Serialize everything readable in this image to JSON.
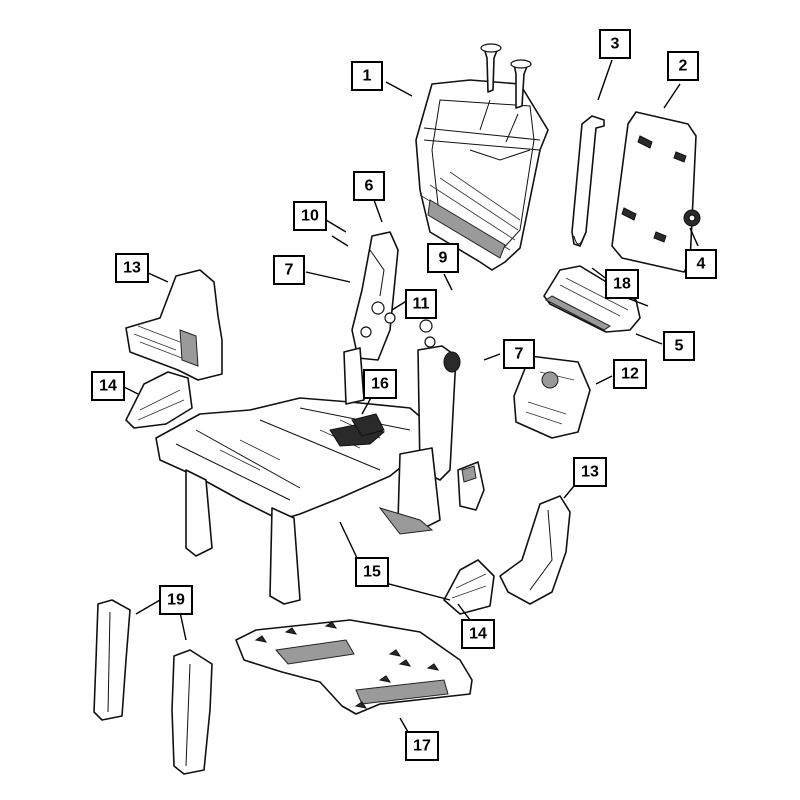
{
  "diagram": {
    "callouts": [
      {
        "id": "c1",
        "label": "1"
      },
      {
        "id": "c2",
        "label": "2"
      },
      {
        "id": "c3",
        "label": "3"
      },
      {
        "id": "c4",
        "label": "4"
      },
      {
        "id": "c5",
        "label": "5"
      },
      {
        "id": "c6",
        "label": "6"
      },
      {
        "id": "c7a",
        "label": "7"
      },
      {
        "id": "c7b",
        "label": "7"
      },
      {
        "id": "c9",
        "label": "9"
      },
      {
        "id": "c10",
        "label": "10"
      },
      {
        "id": "c11",
        "label": "11"
      },
      {
        "id": "c12",
        "label": "12"
      },
      {
        "id": "c13a",
        "label": "13"
      },
      {
        "id": "c13b",
        "label": "13"
      },
      {
        "id": "c14a",
        "label": "14"
      },
      {
        "id": "c14b",
        "label": "14"
      },
      {
        "id": "c15",
        "label": "15"
      },
      {
        "id": "c16",
        "label": "16"
      },
      {
        "id": "c17",
        "label": "17"
      },
      {
        "id": "c18",
        "label": "18"
      },
      {
        "id": "c19",
        "label": "19"
      }
    ],
    "colors": {
      "line": "#111111",
      "background": "#ffffff",
      "fill_dark": "#2a2a2a"
    }
  }
}
